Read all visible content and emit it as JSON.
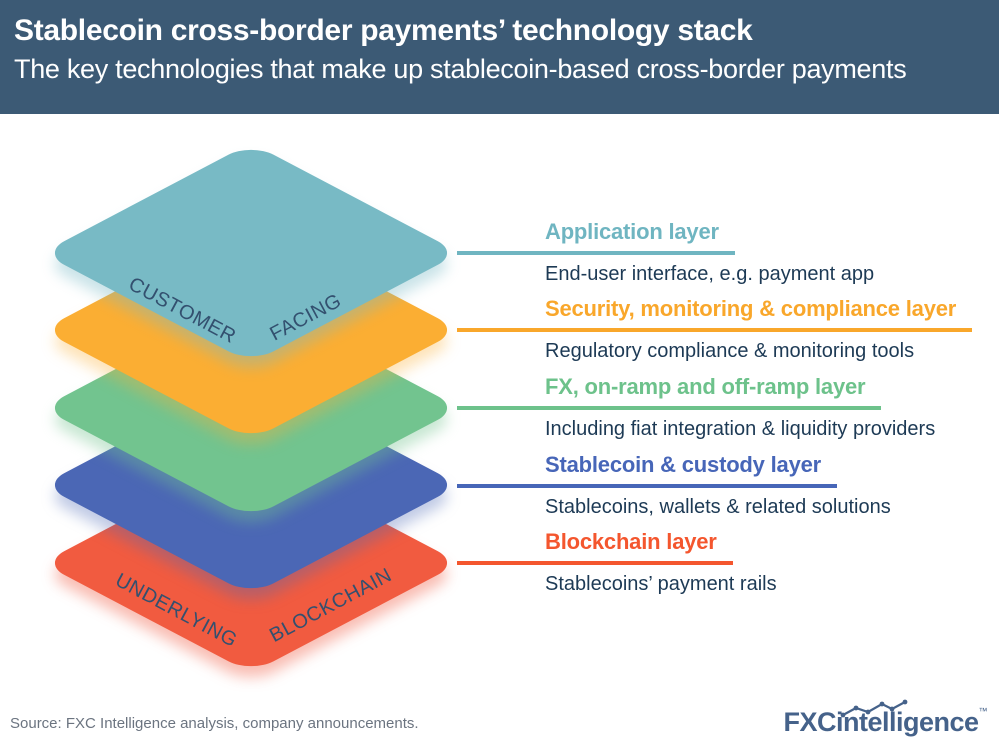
{
  "header": {
    "title": "Stablecoin cross-border payments’ technology stack",
    "subtitle": "The key technologies that make up stablecoin-based cross-border payments",
    "bg_color": "#3C5A75"
  },
  "stack_labels": {
    "top_left": "CUSTOMER",
    "top_right": "FACING",
    "bottom_left": "UNDERLYING",
    "bottom_right": "BLOCKCHAIN"
  },
  "layers": [
    {
      "title": "Application layer",
      "description": "End-user interface, e.g. payment app",
      "fill": "#78BAC5",
      "accent": "#6FB5C1",
      "shadow": "rgba(120,186,197,0.40)"
    },
    {
      "title": "Security, monitoring & compliance layer",
      "description": "Regulatory compliance & monitoring tools",
      "fill": "#FBAE33",
      "accent": "#F9A72B",
      "shadow": "rgba(251,174,51,0.35)"
    },
    {
      "title": "FX, on-ramp and off-ramp layer",
      "description": "Including fiat integration & liquidity providers",
      "fill": "#72C48F",
      "accent": "#6DC28B",
      "shadow": "rgba(114,196,143,0.40)"
    },
    {
      "title": "Stablecoin & custody layer",
      "description": "Stablecoins, wallets & related solutions",
      "fill": "#4B67B5",
      "accent": "#4766B8",
      "shadow": "rgba(75,103,181,0.35)"
    },
    {
      "title": "Blockchain layer",
      "description": "Stablecoins’ payment rails",
      "fill": "#F15B40",
      "accent": "#F4562E",
      "shadow": "rgba(241,91,64,0.40)"
    }
  ],
  "footer": {
    "source": "Source: FXC Intelligence analysis, company announcements.",
    "logo_prefix": "FXC",
    "logo_suffix": "intelligence",
    "logo_tm": "™",
    "logo_color": "#45628A"
  }
}
